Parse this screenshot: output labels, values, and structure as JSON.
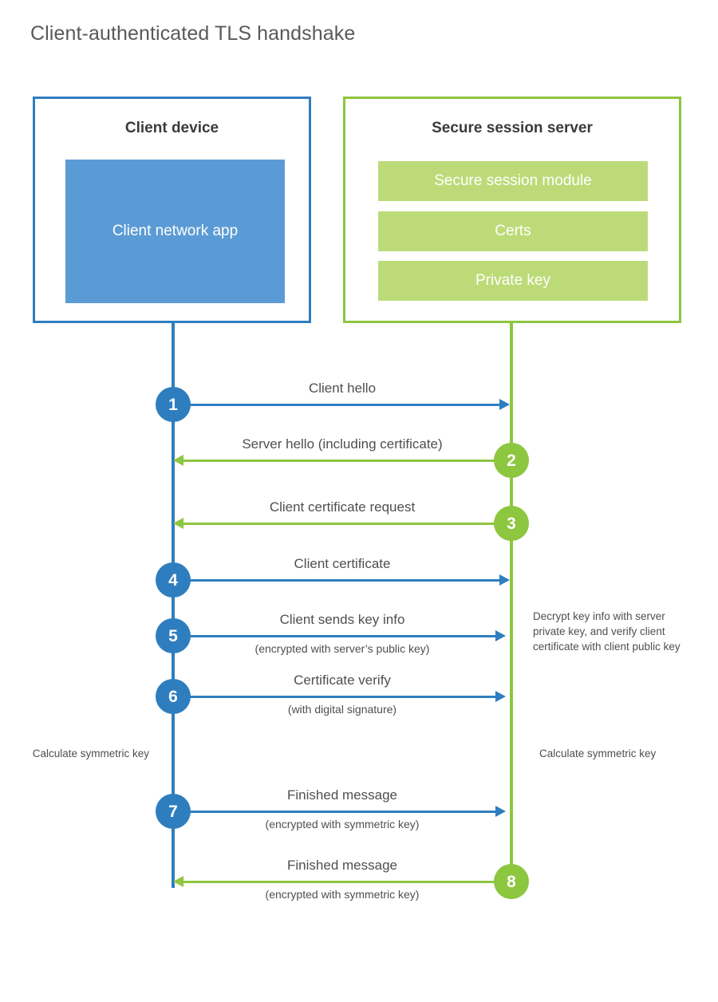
{
  "page": {
    "title": "Client-authenticated TLS handshake",
    "colors": {
      "client_blue": "#2e7ebf",
      "client_app_fill": "#5b9bd5",
      "server_green": "#8dc63f",
      "server_module_fill": "#bcdb78",
      "text": "#4f4f4f"
    }
  },
  "client": {
    "title": "Client device",
    "app_label": "Client network app"
  },
  "server": {
    "title": "Secure session server",
    "modules": [
      {
        "label": "Secure session module"
      },
      {
        "label": "Certs"
      },
      {
        "label": "Private key"
      }
    ]
  },
  "messages": [
    {
      "step": "1",
      "label": "Client hello",
      "sublabel": "",
      "direction": "client-to-server",
      "color": "blue"
    },
    {
      "step": "2",
      "label": "Server hello (including certificate)",
      "sublabel": "",
      "direction": "server-to-client",
      "color": "green"
    },
    {
      "step": "3",
      "label": "Client certificate request",
      "sublabel": "",
      "direction": "server-to-client",
      "color": "green"
    },
    {
      "step": "4",
      "label": "Client certificate",
      "sublabel": "",
      "direction": "client-to-server",
      "color": "blue"
    },
    {
      "step": "5",
      "label": "Client sends key info",
      "sublabel": "(encrypted with server’s public key)",
      "direction": "client-to-server",
      "color": "blue"
    },
    {
      "step": "6",
      "label": "Certificate verify",
      "sublabel": "(with digital signature)",
      "direction": "client-to-server",
      "color": "blue"
    },
    {
      "step": "7",
      "label": "Finished message",
      "sublabel": "(encrypted with symmetric key)",
      "direction": "client-to-server",
      "color": "blue"
    },
    {
      "step": "8",
      "label": "Finished message",
      "sublabel": "(encrypted with symmetric key)",
      "direction": "server-to-client",
      "color": "green"
    }
  ],
  "notes": {
    "decrypt": "Decrypt key info with server private key, and verify client certificate with client public key",
    "calculate_client": "Calculate symmetric key",
    "calculate_server": "Calculate symmetric key"
  }
}
